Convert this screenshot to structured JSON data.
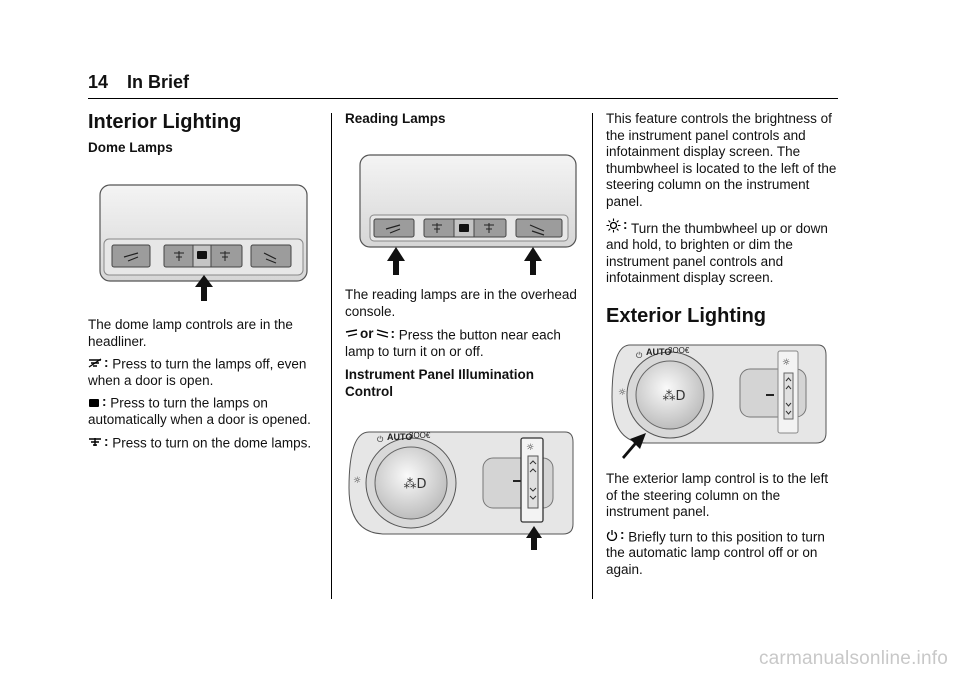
{
  "header": {
    "page_number": "14",
    "title": "In Brief"
  },
  "col1": {
    "section_title": "Interior Lighting",
    "dome_heading": "Dome Lamps",
    "dome_desc": "The dome lamp controls are in the headliner.",
    "off_text": "Press to turn the lamps off, even when a door is open.",
    "door_text": "Press to turn the lamps on automatically when a door is opened.",
    "on_text": "Press to turn on the dome lamps."
  },
  "col2": {
    "reading_heading": "Reading Lamps",
    "reading_desc": "The reading lamps are in the overhead console.",
    "or_word": "or",
    "reading_text": "Press the button near each lamp to turn it on or off.",
    "ipi_heading": "Instrument Panel Illumination Control"
  },
  "col3": {
    "ipi_desc": "This feature controls the brightness of the instrument panel controls and infotainment display screen. The thumbwheel is located to the left of the steering column on the instrument panel.",
    "thumb_text": "Turn the thumbwheel up or down and hold, to brighten or dim the instrument panel controls and infotainment display screen.",
    "ext_title": "Exterior Lighting",
    "ext_desc": "The exterior lamp control is to the left of the steering column on the instrument panel.",
    "power_text": "Briefly turn to this position to turn the automatic lamp control off or on again."
  },
  "figures": {
    "switch_labels": {
      "auto": "AUTO",
      "parking": "3OO€"
    }
  },
  "footer": {
    "watermark": "carmanualsonline.info"
  }
}
